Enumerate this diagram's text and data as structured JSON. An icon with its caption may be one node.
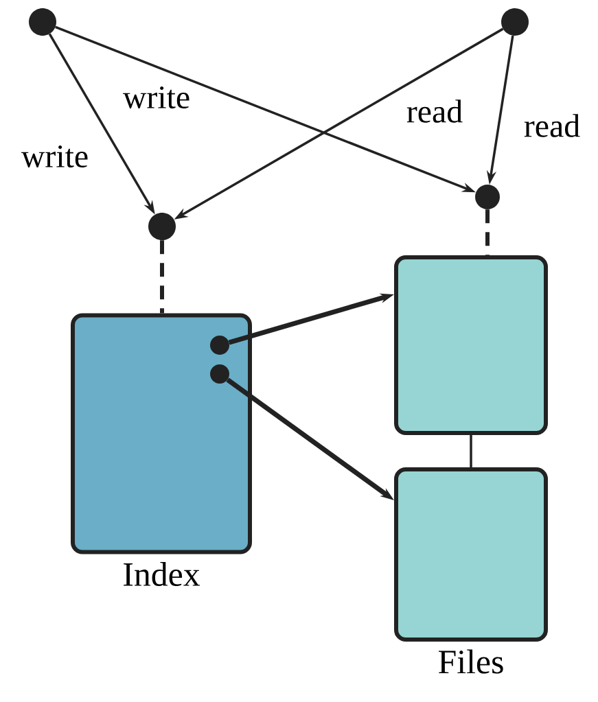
{
  "diagram": {
    "nodes": [
      {
        "text": [],
        "shape": "circle"
      },
      {
        "text": [],
        "shape": "circle"
      },
      {
        "text": [],
        "shape": "circle"
      },
      {
        "text": [],
        "shape": "circle"
      },
      {
        "text": [
          "Index"
        ]
      },
      {
        "text": [],
        "shape": "box"
      },
      {
        "text": [
          "Files"
        ]
      },
      {
        "text": [],
        "shape": "circle",
        "in": 4
      },
      {
        "text": [],
        "shape": "circle",
        "in": 4
      }
    ],
    "edges": [
      {
        "from": 0,
        "to": 2,
        "arrow": "to",
        "label": "write"
      },
      {
        "from": 0,
        "to": 3,
        "arrow": "to",
        "label": "write"
      },
      {
        "from": 1,
        "to": 2,
        "arrow": "to",
        "label": "read"
      },
      {
        "from": 1,
        "to": 3,
        "arrow": "to",
        "label": "read"
      },
      {
        "from": 2,
        "to": 4,
        "arrow": "none",
        "style": "dashed"
      },
      {
        "from": 3,
        "to": 5,
        "arrow": "none",
        "style": "dashed"
      },
      {
        "from": 5,
        "to": 6,
        "arrow": "none"
      },
      {
        "from": 7,
        "to": 5,
        "arrow": "to",
        "style": "thick"
      },
      {
        "from": 8,
        "to": 6,
        "arrow": "to",
        "style": "thick"
      }
    ]
  }
}
